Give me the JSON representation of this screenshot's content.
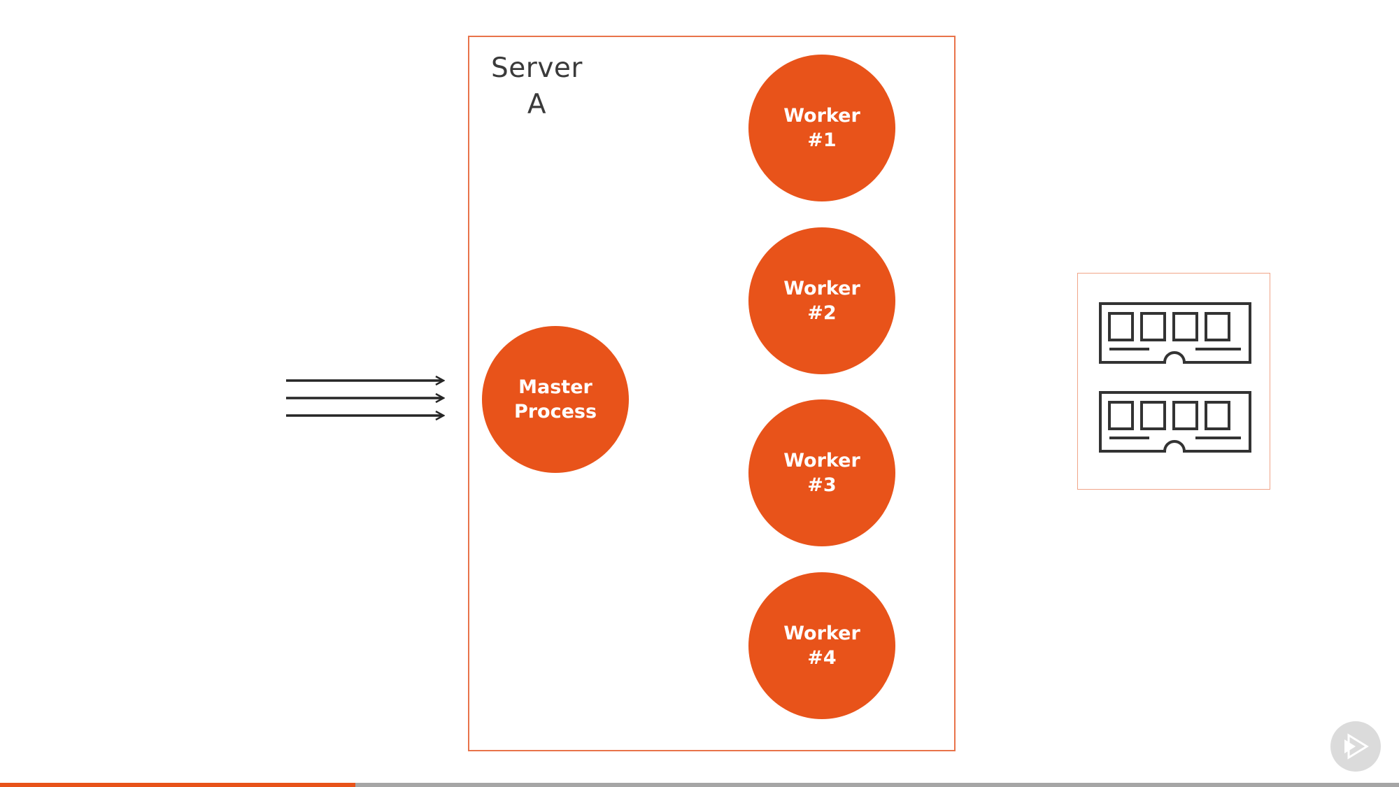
{
  "colors": {
    "node_fill": "#e8531a",
    "box_border": "#e8734a",
    "progress_fill": "#e8531a",
    "progress_track": "#a6a6a6"
  },
  "server": {
    "title": "Server\nA"
  },
  "master": {
    "label": "Master\nProcess"
  },
  "workers": [
    {
      "label": "Worker\n#1"
    },
    {
      "label": "Worker\n#2"
    },
    {
      "label": "Worker\n#3"
    },
    {
      "label": "Worker\n#4"
    }
  ],
  "incoming_requests": {
    "count": 3
  },
  "memory": {
    "modules": 2,
    "icon": "memory-module-icon"
  },
  "player": {
    "progress": 0.254,
    "logo_icon": "pluralsight-play-icon"
  }
}
